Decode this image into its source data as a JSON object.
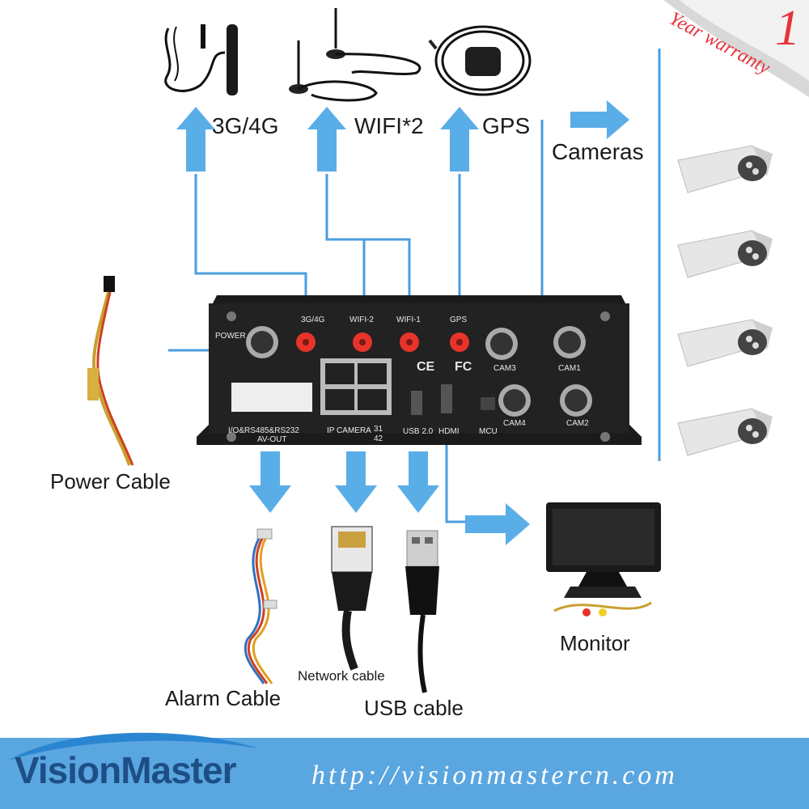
{
  "banner": {
    "number": "1",
    "text": "Year warranty"
  },
  "top_labels": {
    "g34": "3G/4G",
    "wifi": "WIFI*2",
    "gps": "GPS",
    "cameras": "Cameras"
  },
  "side_labels": {
    "power": "Power Cable",
    "monitor": "Monitor"
  },
  "bottom_labels": {
    "alarm": "Alarm Cable",
    "network": "Network cable",
    "usb": "USB cable"
  },
  "dvr": {
    "power": "POWER",
    "g34": "3G/4G",
    "wifi2": "WIFI-2",
    "wifi1": "WIFI-1",
    "gps": "GPS",
    "cam1": "CAM1",
    "cam2": "CAM2",
    "cam3": "CAM3",
    "cam4": "CAM4",
    "io": "I/O&RS485&RS232",
    "avout": "AV-OUT",
    "ipcam": "IP CAMERA",
    "ipnum1": "31",
    "ipnum2": "42",
    "usb": "USB 2.0",
    "hdmi": "HDMI",
    "mcu": "MCU",
    "ce": "CE",
    "fc": "FC"
  },
  "footer": {
    "logo": "VisionMaster",
    "url": "http://visionmastercn.com"
  },
  "colors": {
    "arrow": "#5aaee8",
    "line": "#4a9ee0",
    "footer_blue": "#5aa6e0",
    "logo_blue": "#1d4f86",
    "warranty_red": "#e8333a",
    "antenna_red": "#e8332a"
  },
  "icons": [
    "antenna-3g4g-icon",
    "wifi-antenna-icon",
    "gps-antenna-icon",
    "bullet-camera-icon",
    "monitor-icon",
    "power-cable-icon",
    "alarm-cable-icon",
    "network-cable-icon",
    "usb-cable-icon",
    "dvr-device-icon"
  ]
}
